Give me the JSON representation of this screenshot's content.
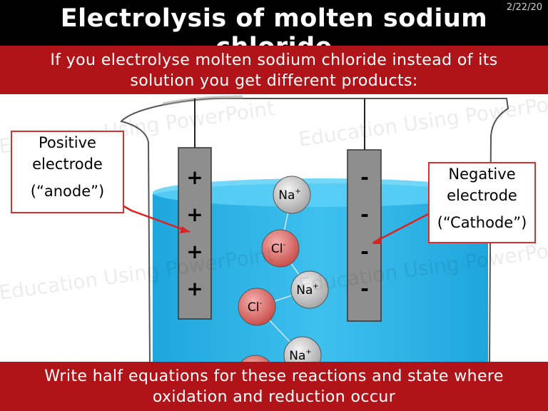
{
  "slide": {
    "title": "Electrolysis of molten sodium chloride",
    "slide_number": "2/22/20",
    "intro_line1": "If you electrolyse molten sodium chloride instead of its",
    "intro_line2": "solution you get different products:",
    "footer_line1": "Write half equations for these reactions and state where",
    "footer_line2": "oxidation and reduction occur",
    "watermark": "Education Using PowerPoint"
  },
  "labels": {
    "positive": {
      "line1": "Positive",
      "line2": "electrode",
      "line3": "(“anode”)"
    },
    "negative": {
      "line1": "Negative",
      "line2": "electrode",
      "line3": "(“Cathode”)"
    }
  },
  "electrodes": {
    "anode_signs": [
      "+",
      "+",
      "+",
      "+"
    ],
    "cathode_signs": [
      "-",
      "-",
      "-",
      "-"
    ]
  },
  "ions": [
    {
      "base": "Na",
      "charge": "+",
      "kind": "sodium"
    },
    {
      "base": "Cl",
      "charge": "-",
      "kind": "chloride"
    },
    {
      "base": "Na",
      "charge": "+",
      "kind": "sodium"
    },
    {
      "base": "Cl",
      "charge": "-",
      "kind": "chloride"
    },
    {
      "base": "Na",
      "charge": "+",
      "kind": "sodium"
    },
    {
      "base": "",
      "charge": "",
      "kind": "chloride"
    }
  ],
  "colors": {
    "title_bg": "#000000",
    "band_red": "#b01418",
    "liquid": "#2ab0e4",
    "electrode": "#8e8e8e",
    "sodium_ion": "#d7d7d7",
    "chloride_ion": "#e07a78",
    "label_border": "#d83030"
  }
}
